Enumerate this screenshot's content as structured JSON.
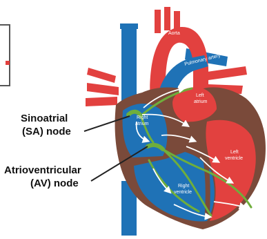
{
  "labels": {
    "sa_node_line1": "Sinoatrial",
    "sa_node_line2": "(SA) node",
    "av_node_line1": "Atrioventricular",
    "av_node_line2": "(AV) node"
  },
  "chambers": {
    "aorta": "Aorta",
    "pulmonary_artery": "Pulmonary artery",
    "left_atrium_1": "Left",
    "left_atrium_2": "atrium",
    "right_atrium_1": "Right",
    "right_atrium_2": "atrium",
    "left_ventricle_1": "Left",
    "left_ventricle_2": "ventricle",
    "right_ventricle_1": "Right",
    "right_ventricle_2": "ventricle"
  },
  "colors": {
    "oxygenated": "#e2413f",
    "deoxygenated": "#1f72b6",
    "wall": "#7a4a3a",
    "conduction": "#6fae3c",
    "signal_arrow": "#ffffff",
    "partial_box_accent": "#e2413f"
  }
}
